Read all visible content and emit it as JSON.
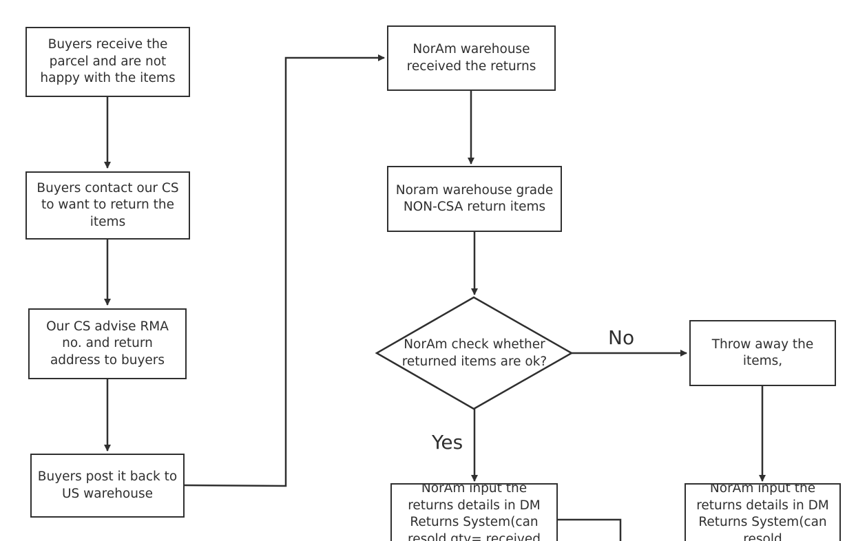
{
  "nodes": {
    "n1": "Buyers receive the parcel and are not happy with the items",
    "n2": "Buyers contact our CS to want to return the items",
    "n3": "Our CS advise RMA no. and return address to buyers",
    "n4": "Buyers post it back to US warehouse",
    "n5": "NorAm warehouse received the returns",
    "n6": "Noram warehouse grade NON-CSA return items",
    "decision": "NorAm check whether returned items are ok?",
    "n7": "Throw away the items,",
    "n8": "NorAm input the returns details in DM Returns System(can resold qty= received",
    "n9": "NorAm input the returns details in DM Returns System(can resold"
  },
  "labels": {
    "no": "No",
    "yes": "Yes"
  },
  "colors": {
    "stroke": "#2f2f2f",
    "background": "#ffffff"
  }
}
